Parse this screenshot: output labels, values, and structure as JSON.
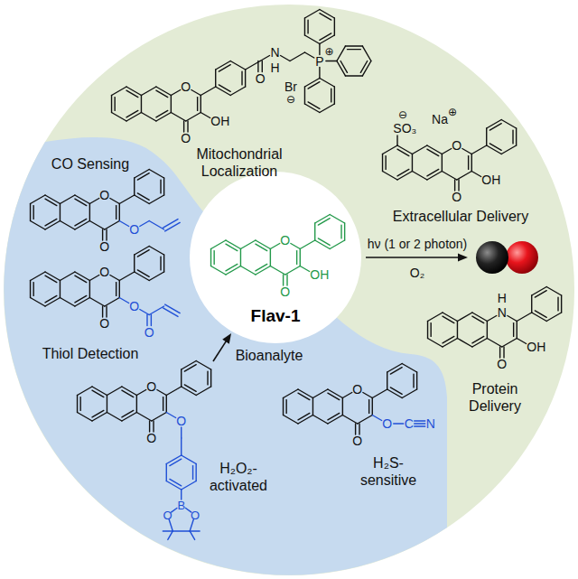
{
  "diagram": {
    "nodes": [
      {
        "text": [
          "Flav-1"
        ]
      }
    ],
    "labels": [
      "Mitochondrial Localization",
      "O",
      "O",
      "OH",
      "O",
      "N",
      "H",
      "Br",
      "⊖",
      "P",
      "⊕",
      "Extracellular Delivery",
      "⊖",
      "SO₃",
      "Na",
      "⊕",
      "O",
      "O",
      "OH",
      "hν (1 or 2 photon)",
      "O₂",
      "CO Sensing",
      "O",
      "O",
      "O",
      "Thiol Detection",
      "O",
      "O",
      "O",
      "O",
      "Bioanalyte",
      "H₂O₂- activated",
      "O",
      "O",
      "O",
      "B",
      "O",
      "O",
      "H₂S- sensitive",
      "O",
      "O",
      "O",
      "C",
      "N",
      "Protein Delivery",
      "H",
      "N",
      "O",
      "OH",
      "O",
      "O",
      "OH"
    ]
  }
}
